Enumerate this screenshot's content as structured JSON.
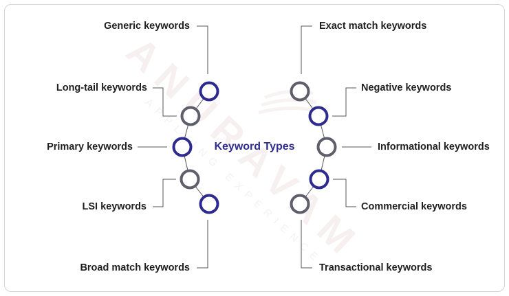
{
  "title": "Keyword Types",
  "colors": {
    "accent": "#2e2b8f",
    "ring_gray": "#5f5e6b",
    "connector": "#555555",
    "text": "#1f1f1f",
    "watermark": "#f0e6e6"
  },
  "left_items": [
    {
      "label": "Generic keywords",
      "ring": "accent"
    },
    {
      "label": "Long-tail keywords",
      "ring": "gray"
    },
    {
      "label": "Primary keywords",
      "ring": "accent"
    },
    {
      "label": "LSI keywords",
      "ring": "gray"
    },
    {
      "label": "Broad match keywords",
      "ring": "accent"
    }
  ],
  "right_items": [
    {
      "label": "Exact match keywords",
      "ring": "gray"
    },
    {
      "label": "Negative keywords",
      "ring": "accent"
    },
    {
      "label": "Informational keywords",
      "ring": "gray"
    },
    {
      "label": "Commercial keywords",
      "ring": "accent"
    },
    {
      "label": "Transactional keywords",
      "ring": "gray"
    }
  ],
  "watermark": {
    "brand": "ANURAVAM",
    "tagline": "APPLYING EXPERIENCE"
  }
}
